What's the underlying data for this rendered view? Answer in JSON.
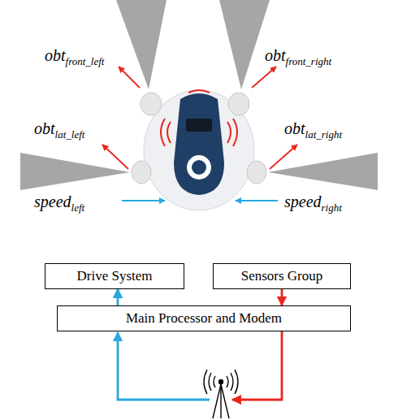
{
  "diagram": {
    "nodes": [
      {
        "text": [
          "Drive System"
        ]
      },
      {
        "text": [
          "Sensors Group"
        ]
      },
      {
        "text": [
          "Main Processor and Modem"
        ]
      }
    ],
    "edges": [
      {
        "from": 2,
        "to": 0,
        "arrow": "to"
      },
      {
        "from": 1,
        "to": 2,
        "arrow": "to"
      }
    ],
    "labels": [
      "obtfront_left",
      "obtfront_right",
      "obtlat_left",
      "obtlat_right",
      "speedleft",
      "speedright"
    ]
  }
}
